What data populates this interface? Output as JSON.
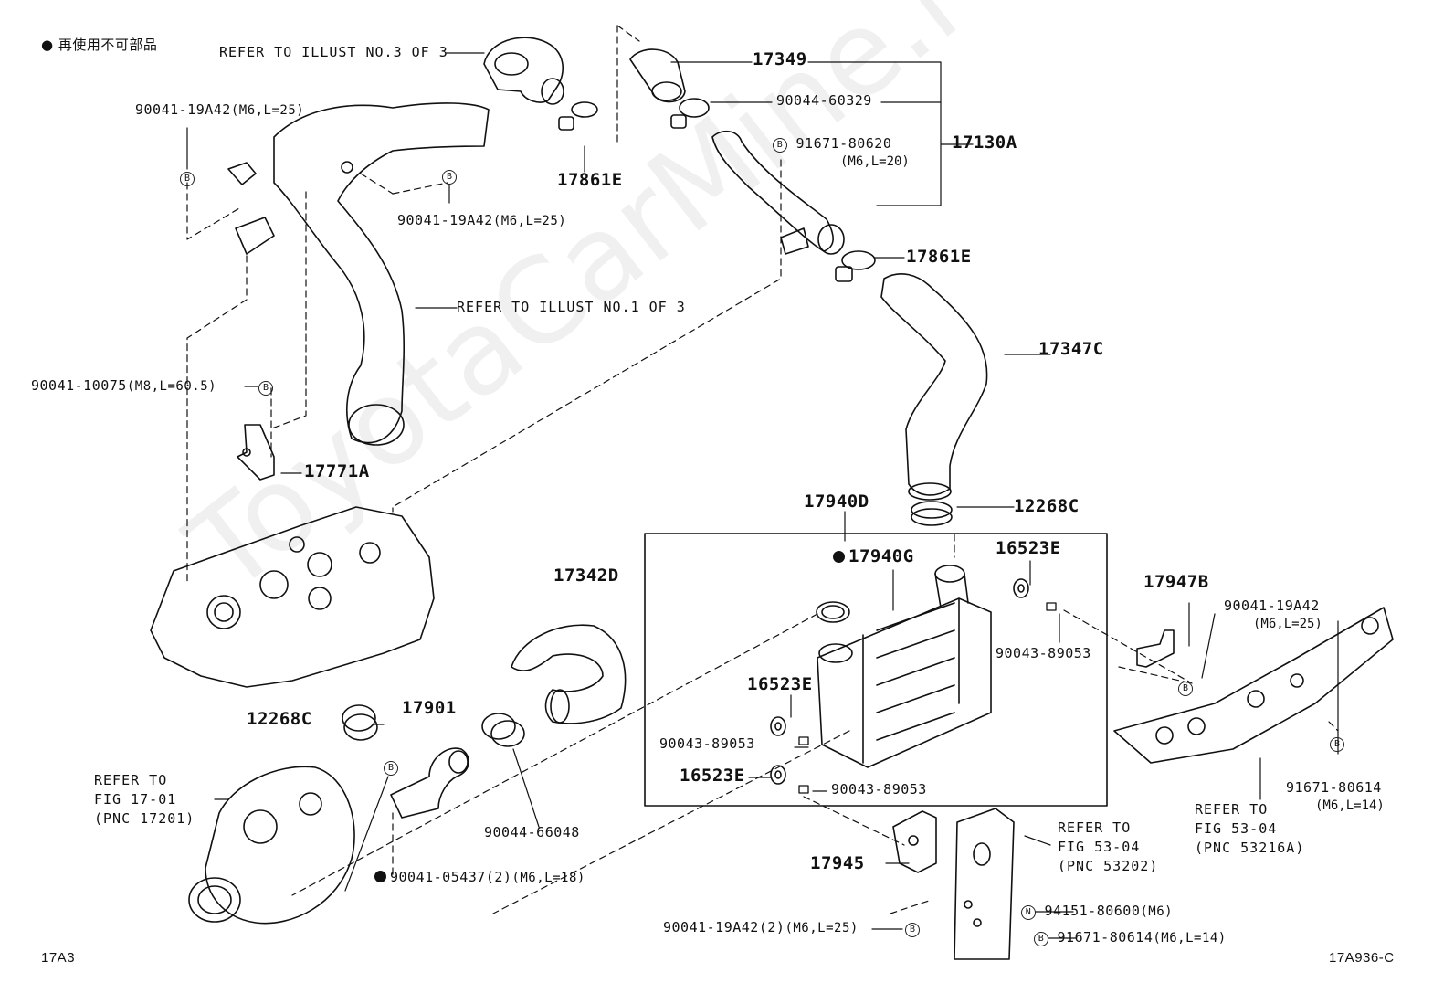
{
  "legend": {
    "symbol": "●",
    "text": "再使用不可部品"
  },
  "watermark": "ToyotaCarMine.ru",
  "labels": {
    "refer_illust_3": "REFER TO ILLUST NO.3 OF 3",
    "refer_illust_1": "REFER TO ILLUST NO.1 OF 3",
    "p_17349": "17349",
    "p_90044_60329": "90044-60329",
    "p_91671_80620": "91671-80620",
    "p_91671_80620_spec": "(M6,L=20)",
    "p_17130A": "17130A",
    "p_17861E_a": "17861E",
    "p_17861E_b": "17861E",
    "p_90041_19A42_a": "90041-19A42",
    "p_90041_19A42_a_spec": "(M6,L=25)",
    "p_90041_19A42_b": "90041-19A42",
    "p_90041_19A42_b_spec": "(M6,L=25)",
    "p_90041_10075": "90041-10075",
    "p_90041_10075_spec": "(M8,L=60.5)",
    "p_17347C": "17347C",
    "p_17771A": "17771A",
    "p_17940D": "17940D",
    "p_12268C_a": "12268C",
    "p_17940G": "17940G",
    "p_16523E_a": "16523E",
    "p_90043_89053_a": "90043-89053",
    "p_17947B": "17947B",
    "p_90041_19A42_c": "90041-19A42",
    "p_90041_19A42_c_spec": "(M6,L=25)",
    "p_17342D": "17342D",
    "p_16523E_b": "16523E",
    "p_12268C_b": "12268C",
    "p_17901": "17901",
    "p_90043_89053_b": "90043-89053",
    "p_16523E_c": "16523E",
    "p_90043_89053_c": "90043-89053",
    "refer_fig_17_01": [
      "REFER TO",
      "FIG 17-01",
      "(PNC 17201)"
    ],
    "p_90044_66048": "90044-66048",
    "p_91671_80614_a": "91671-80614",
    "p_91671_80614_a_spec": "(M6,L=14)",
    "refer_fig_53_04_a": [
      "REFER TO",
      "FIG 53-04",
      "(PNC 53202)"
    ],
    "refer_fig_53_04_b": [
      "REFER TO",
      "FIG 53-04",
      "(PNC 53216A)"
    ],
    "p_17945": "17945",
    "p_90041_05437": "90041-05437(2)",
    "p_90041_05437_spec": "(M6,L=18)",
    "p_90041_19A42_d": "90041-19A42(2)",
    "p_90041_19A42_d_spec": "(M6,L=25)",
    "p_94151_80600": "94151-80600",
    "p_94151_80600_spec": "(M6)",
    "p_91671_80614_b": "91671-80614",
    "p_91671_80614_b_spec": "(M6,L=14)",
    "code_left": "17A3",
    "code_right": "17A936-C"
  },
  "markers": {
    "b": "B",
    "n": "N"
  },
  "colors": {
    "line": "#111111",
    "background": "#ffffff"
  }
}
